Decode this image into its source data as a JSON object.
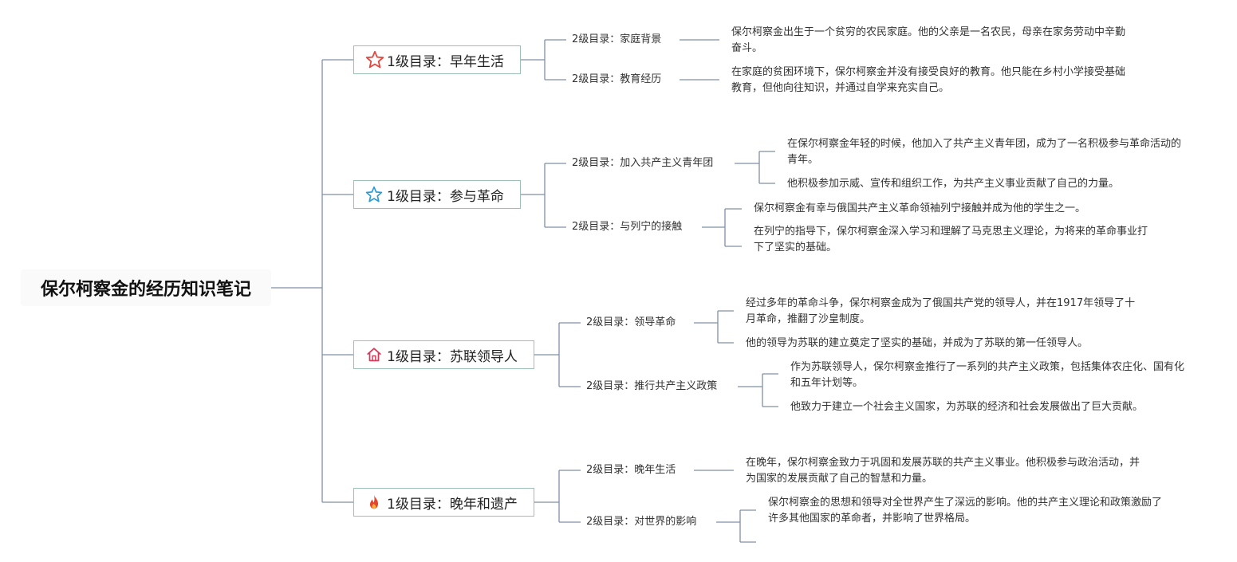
{
  "root": {
    "title": "保尔柯察金的经历知识笔记"
  },
  "sections": [
    {
      "title": "1级目录：早年生活",
      "icon": "star-outline-red-icon",
      "children": [
        {
          "title": "2级目录：家庭背景",
          "notes": [
            "保尔柯察金出生于一个贫穷的农民家庭。他的父亲是一名农民，母亲在家务劳动中辛勤奋斗。"
          ]
        },
        {
          "title": "2级目录：教育经历",
          "notes": [
            "在家庭的贫困环境下，保尔柯察金并没有接受良好的教育。他只能在乡村小学接受基础教育，但他向往知识，并通过自学来充实自己。"
          ]
        }
      ]
    },
    {
      "title": "1级目录：参与革命",
      "icon": "star-outline-blue-icon",
      "children": [
        {
          "title": "2级目录：加入共产主义青年团",
          "notes": [
            "在保尔柯察金年轻的时候，他加入了共产主义青年团，成为了一名积极参与革命活动的青年。",
            "他积极参加示威、宣传和组织工作，为共产主义事业贡献了自己的力量。"
          ]
        },
        {
          "title": "2级目录：与列宁的接触",
          "notes": [
            "保尔柯察金有幸与俄国共产主义革命领袖列宁接触并成为他的学生之一。",
            "在列宁的指导下，保尔柯察金深入学习和理解了马克思主义理论，为将来的革命事业打下了坚实的基础。"
          ]
        }
      ]
    },
    {
      "title": "1级目录：苏联领导人",
      "icon": "house-icon",
      "children": [
        {
          "title": "2级目录：领导革命",
          "notes": [
            "经过多年的革命斗争，保尔柯察金成为了俄国共产党的领导人，并在1917年领导了十月革命，推翻了沙皇制度。",
            "他的领导为苏联的建立奠定了坚实的基础，并成为了苏联的第一任领导人。"
          ]
        },
        {
          "title": "2级目录：推行共产主义政策",
          "notes": [
            "作为苏联领导人，保尔柯察金推行了一系列的共产主义政策，包括集体农庄化、国有化和五年计划等。",
            "他致力于建立一个社会主义国家，为苏联的经济和社会发展做出了巨大贡献。"
          ]
        }
      ]
    },
    {
      "title": "1级目录：晚年和遗产",
      "icon": "fire-icon",
      "children": [
        {
          "title": "2级目录：晚年生活",
          "notes": [
            "在晚年，保尔柯察金致力于巩固和发展苏联的共产主义事业。他积极参与政治活动，并为国家的发展贡献了自己的智慧和力量。"
          ]
        },
        {
          "title": "2级目录：对世界的影响",
          "notes": [
            "保尔柯察金的思想和领导对全世界产生了深远的影响。他的共产主义理论和政策激励了许多其他国家的革命者，并影响了世界格局。",
            ""
          ]
        }
      ]
    }
  ]
}
